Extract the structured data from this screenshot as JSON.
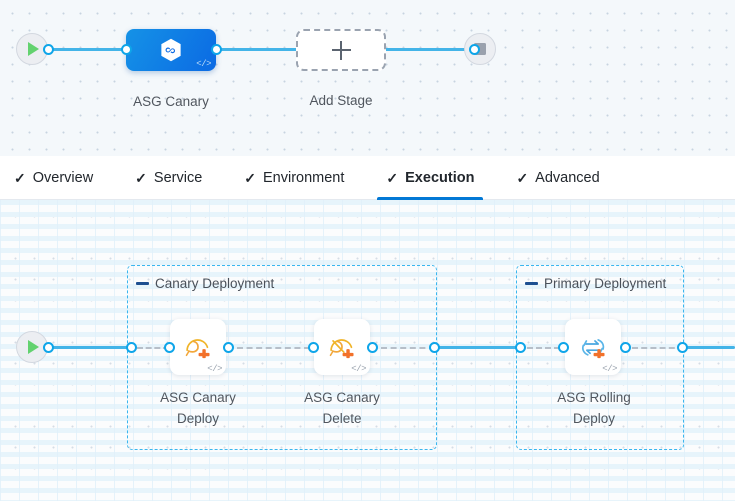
{
  "stage_canvas": {
    "start_node": {
      "icon": "play-icon"
    },
    "end_node": {
      "icon": "stop-icon"
    },
    "stage": {
      "label": "ASG Canary",
      "icon": "harness-hexagon-infinity-icon",
      "code_badge": "</>",
      "color": "#0b6ae4"
    },
    "add_stage": {
      "label": "Add Stage",
      "icon": "plus-icon"
    }
  },
  "tabs": [
    {
      "label": "Overview",
      "tick": "✓",
      "active": false
    },
    {
      "label": "Service",
      "tick": "✓",
      "active": false
    },
    {
      "label": "Environment",
      "tick": "✓",
      "active": false
    },
    {
      "label": "Execution",
      "tick": "✓",
      "active": true
    },
    {
      "label": "Advanced",
      "tick": "✓",
      "active": false
    }
  ],
  "accent_color": "#0278d5",
  "edge_color": "#43b4e8",
  "execution": {
    "start_node": {
      "icon": "play-icon"
    },
    "groups": [
      {
        "name": "Canary Deployment",
        "collapse_icon": "collapse-dash-icon",
        "steps": [
          {
            "name": "ASG Canary Deploy",
            "line1": "ASG Canary",
            "line2": "Deploy",
            "icon": "asg-canary-deploy-icon",
            "code_badge": "</>"
          },
          {
            "name": "ASG Canary Delete",
            "line1": "ASG Canary",
            "line2": "Delete",
            "icon": "asg-canary-delete-icon",
            "code_badge": "</>"
          }
        ]
      },
      {
        "name": "Primary Deployment",
        "collapse_icon": "collapse-dash-icon",
        "steps": [
          {
            "name": "ASG Rolling Deploy",
            "line1": "ASG Rolling",
            "line2": "Deploy",
            "icon": "asg-rolling-deploy-icon",
            "code_badge": "</>"
          }
        ]
      }
    ]
  }
}
